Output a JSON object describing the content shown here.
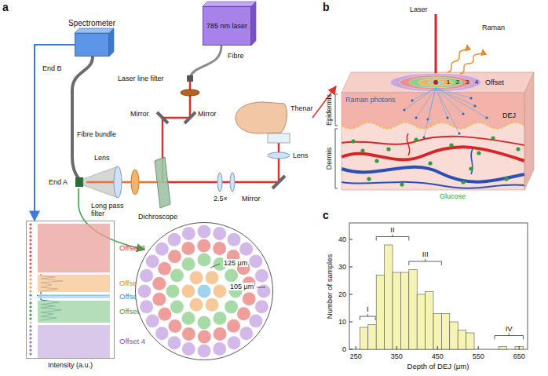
{
  "diagram": {
    "nodes": [
      {
        "text": [
          "Spectrometer"
        ]
      },
      {
        "text": [
          "785 nm laser"
        ]
      },
      {
        "text": [
          "Intensity (a.u.)"
        ]
      },
      {
        "text": [
          "Offset 3"
        ],
        "in": 2
      },
      {
        "text": [
          "Offset 1"
        ],
        "in": 2
      },
      {
        "text": [
          "Offset 0"
        ],
        "in": 2
      },
      {
        "text": [
          "Offset 2"
        ],
        "in": 2
      },
      {
        "text": [
          "Offset 4"
        ],
        "in": 2
      },
      {
        "text": [
          "125 μm",
          "105 μm"
        ]
      }
    ],
    "edges": [
      {
        "from": 0,
        "to": 2,
        "arrow": "to"
      }
    ],
    "labels": [
      "a",
      "End B",
      "Fibre",
      "Laser line filter",
      "Mirror",
      "Mirror",
      "Thenar",
      "Lens",
      "Fibre bundle",
      "End A",
      "Lens",
      "Long pass filter",
      "Dichroscope",
      "2.5×",
      "Mirror",
      "b",
      "Laser",
      "Raman",
      "0",
      "1",
      "2",
      "3",
      "4",
      "Offset",
      "Raman photons",
      "Epidermis",
      "DEJ",
      "Dermis",
      "Glucose",
      "c",
      "40",
      "30",
      "20",
      "10",
      "0",
      "250",
      "350",
      "450",
      "550",
      "650",
      "Number of samples",
      "Depth of DEJ (μm)",
      "I",
      "II",
      "III",
      "IV"
    ]
  }
}
